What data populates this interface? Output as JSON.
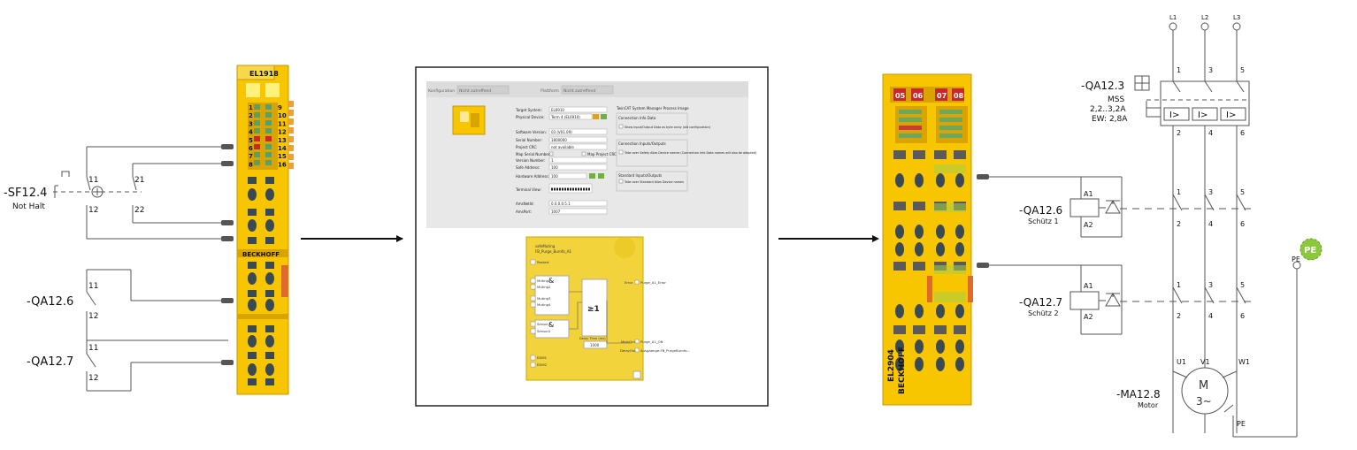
{
  "left_schematic": {
    "sf_device": "-SF12.4",
    "sf_desc": "Not Halt",
    "sf_contact_a_top": "11",
    "sf_contact_a_bot": "12",
    "sf_contact_b_top": "21",
    "sf_contact_b_bot": "22",
    "qa6_device": "-QA12.6",
    "qa6_top": "11",
    "qa6_bot": "12",
    "qa7_device": "-QA12.7",
    "qa7_top": "11",
    "qa7_bot": "12"
  },
  "input_terminal": {
    "model": "EL1918",
    "brand": "BECKHOFF",
    "channels_left": [
      "1",
      "2",
      "3",
      "4",
      "5",
      "6",
      "7",
      "8"
    ],
    "channels_right": [
      "9",
      "10",
      "11",
      "12",
      "13",
      "14",
      "15",
      "16"
    ]
  },
  "software_panel": {
    "configuration_label": "Konfiguration",
    "configuration_value": "Nicht zutreffend",
    "platform_label": "Plattform",
    "platform_value": "Nicht zutreffend",
    "target_system_label": "Target System:",
    "target_system_value": "EL6910",
    "physical_device_label": "Physical Device:",
    "physical_device_value": "Term 4 (EL6910)",
    "software_version_label": "Software Version:",
    "software_version_value": "03 (V01.09)",
    "serial_number_label": "Serial Number:",
    "serial_number_value": "1800000",
    "project_crc_label": "Project CRC:",
    "project_crc_value": "not available",
    "map_serial_label": "Map Serial Number:",
    "map_crc_label": "Map Project CRC",
    "version_number_label": "Version Number:",
    "version_number_value": "1",
    "safe_address_label": "Safe Address:",
    "safe_address_value": "100",
    "hardware_address_label": "Hardware Address:",
    "hardware_address_value": "100",
    "terminal_view_label": "Terminal View:",
    "amsnetid_label": "AmsNetId:",
    "amsnetid_value": "0.0.0.0.5.1",
    "amsport_label": "AmsPort:",
    "amsport_value": "1007",
    "process_image_title": "TwinCAT System Manager Process Image",
    "connection_info_title": "Connection Info Data",
    "connection_info_option": "Show Input/Output Data as byte array (old configuration)",
    "connection_inputs_title": "Connection Inputs/Outputs",
    "connection_inputs_option": "Take over Safety Alias Device names (Connection Info Data names will also be adapted)",
    "standard_title": "Standard Inputs/Outputs",
    "standard_option": "Take over Standard Alias Device names"
  },
  "function_block": {
    "header": "safeMuting",
    "name": "FB_Purge_Burnfo_A1",
    "inputs": [
      "Restart",
      "Muting1",
      "Muting2",
      "Muting3",
      "Muting4",
      "Sensor1",
      "Sensor2",
      "EDM1",
      "EDM2"
    ],
    "and_symbol": "&",
    "or_symbol": "≥1",
    "delay_label": "Delay Time (ms)",
    "delay_value": "1000",
    "out_error_port": "Error",
    "out_error_target": "Purge_A1_Error",
    "out_main_port": "MainOut",
    "out_main_target": "Purge_A1_ON",
    "out_delay_port": "DelayOut",
    "out_delay_target": "Ausgaenge:FB_PurgeBurnfo..."
  },
  "output_terminal": {
    "model": "EL2904",
    "brand": "BECKHOFF",
    "leds": [
      "05",
      "06",
      "07",
      "08"
    ]
  },
  "right_schematic": {
    "phases": [
      "L1",
      "L2",
      "L3"
    ],
    "mss_device": "-QA12.3",
    "mss_type": "MSS",
    "mss_range": "2,2..3,2A",
    "mss_setting": "EW: 2,8A",
    "overcurrent_symbol": "I>",
    "terminals_top": [
      "1",
      "3",
      "5"
    ],
    "terminals_bottom": [
      "2",
      "4",
      "6"
    ],
    "k1_device": "-QA12.6",
    "k1_desc": "Schütz 1",
    "k2_device": "-QA12.7",
    "k2_desc": "Schütz 2",
    "coil_a1": "A1",
    "coil_a2": "A2",
    "motor_device": "-MA12.8",
    "motor_desc": "Motor",
    "motor_symbol_top": "M",
    "motor_symbol_bottom": "3~",
    "motor_terminals": [
      "U1",
      "V1",
      "W1"
    ],
    "pe_label": "PE",
    "pe_badge": "PE"
  },
  "colors": {
    "terminal_yellow": "#f7c600",
    "terminal_dark": "#d9a400",
    "orange_tab": "#f0a030",
    "screen_bg": "#e8e8e8",
    "fb_yellow": "#f2d33c",
    "pe_badge": "#8cc83c"
  }
}
